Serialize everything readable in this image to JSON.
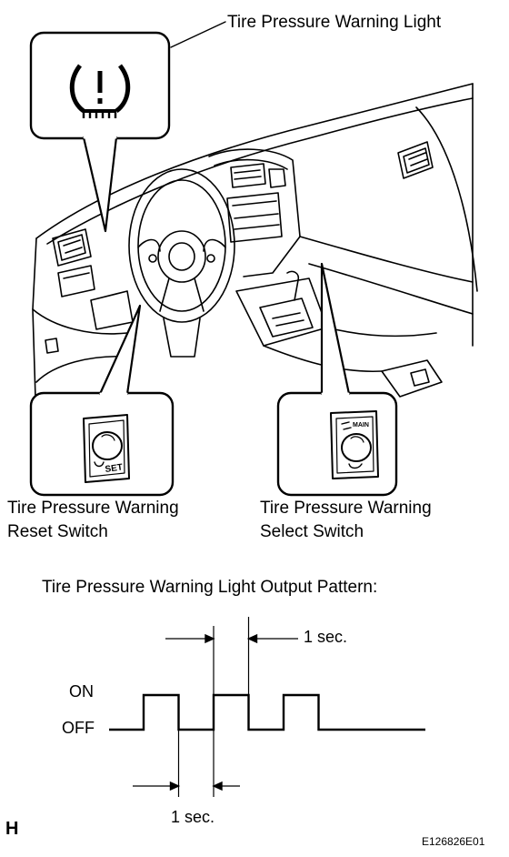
{
  "labels": {
    "warning_light": "Tire Pressure Warning Light",
    "reset_switch_line1": "Tire Pressure Warning",
    "reset_switch_line2": "Reset Switch",
    "select_switch_line1": "Tire Pressure Warning",
    "select_switch_line2": "Select Switch",
    "reset_button_text": "SET",
    "select_button_text": "MAIN"
  },
  "timing_chart": {
    "title": "Tire Pressure Warning Light Output Pattern:",
    "state_on": "ON",
    "state_off": "OFF",
    "top_duration_label": "1 sec.",
    "bottom_duration_label": "1 sec.",
    "pattern": [
      0,
      1,
      0,
      1,
      0,
      1,
      0
    ]
  },
  "footer": {
    "section_letter": "H",
    "figure_id": "E126826E01"
  }
}
